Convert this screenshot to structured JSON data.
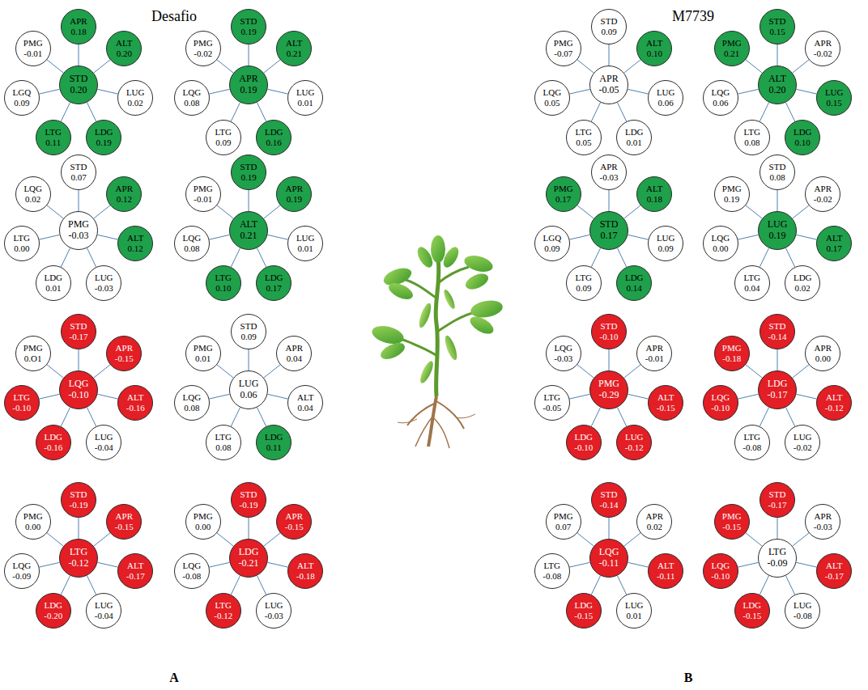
{
  "diagram": {
    "nodes": [
      {
        "text": [
          "STD",
          "0.20"
        ]
      },
      {
        "text": [
          "APR",
          "0.18"
        ]
      },
      {
        "text": [
          "ALT",
          "0.20"
        ]
      },
      {
        "text": [
          "LUG",
          "0.02"
        ]
      },
      {
        "text": [
          "LDG",
          "0.19"
        ]
      },
      {
        "text": [
          "LTG",
          "0.11"
        ]
      },
      {
        "text": [
          "LGQ",
          "0.09"
        ]
      },
      {
        "text": [
          "PMG",
          "-0.01"
        ]
      },
      {
        "text": [
          "APR",
          "0.19"
        ]
      },
      {
        "text": [
          "STD",
          "0.19"
        ]
      },
      {
        "text": [
          "ALT",
          "0.21"
        ]
      },
      {
        "text": [
          "LUG",
          "0.01"
        ]
      },
      {
        "text": [
          "LDG",
          "0.16"
        ]
      },
      {
        "text": [
          "LTG",
          "0.09"
        ]
      },
      {
        "text": [
          "LQG",
          "0.08"
        ]
      },
      {
        "text": [
          "PMG",
          "-0.02"
        ]
      },
      {
        "text": [
          "PMG",
          "-0.03"
        ]
      },
      {
        "text": [
          "STD",
          "0.07"
        ]
      },
      {
        "text": [
          "APR",
          "0.12"
        ]
      },
      {
        "text": [
          "ALT",
          "0.12"
        ]
      },
      {
        "text": [
          "LUG",
          "-0.03"
        ]
      },
      {
        "text": [
          "LDG",
          "0.01"
        ]
      },
      {
        "text": [
          "LTG",
          "0.00"
        ]
      },
      {
        "text": [
          "LQG",
          "0.02"
        ]
      },
      {
        "text": [
          "ALT",
          "0.21"
        ]
      },
      {
        "text": [
          "STD",
          "0.19"
        ]
      },
      {
        "text": [
          "APR",
          "0.19"
        ]
      },
      {
        "text": [
          "LUG",
          "0.01"
        ]
      },
      {
        "text": [
          "LDG",
          "0.17"
        ]
      },
      {
        "text": [
          "LTG",
          "0.10"
        ]
      },
      {
        "text": [
          "LQG",
          "0.08"
        ]
      },
      {
        "text": [
          "PMG",
          "-0.01"
        ]
      },
      {
        "text": [
          "LQG",
          "-0.10"
        ]
      },
      {
        "text": [
          "STD",
          "-0.17"
        ]
      },
      {
        "text": [
          "APR",
          "-0.15"
        ]
      },
      {
        "text": [
          "ALT",
          "-0.16"
        ]
      },
      {
        "text": [
          "LUG",
          "-0.04"
        ]
      },
      {
        "text": [
          "LDG",
          "-0.16"
        ]
      },
      {
        "text": [
          "LTG",
          "-0.10"
        ]
      },
      {
        "text": [
          "PMG",
          "0.O1"
        ]
      },
      {
        "text": [
          "LUG",
          "0.06"
        ]
      },
      {
        "text": [
          "STD",
          "0.09"
        ]
      },
      {
        "text": [
          "APR",
          "0.04"
        ]
      },
      {
        "text": [
          "ALT",
          "0.04"
        ]
      },
      {
        "text": [
          "LDG",
          "0.11"
        ]
      },
      {
        "text": [
          "LTG",
          "0.08"
        ]
      },
      {
        "text": [
          "LQG",
          "0.08"
        ]
      },
      {
        "text": [
          "PMG",
          "0.01"
        ]
      },
      {
        "text": [
          "LTG",
          "-0.12"
        ]
      },
      {
        "text": [
          "STD",
          "-0.19"
        ]
      },
      {
        "text": [
          "APR",
          "-0.15"
        ]
      },
      {
        "text": [
          "ALT",
          "-0.17"
        ]
      },
      {
        "text": [
          "LUG",
          "-0.04"
        ]
      },
      {
        "text": [
          "LDG",
          "-0.20"
        ]
      },
      {
        "text": [
          "LQG",
          "-0.09"
        ]
      },
      {
        "text": [
          "PMG",
          "0.00"
        ]
      },
      {
        "text": [
          "LDG",
          "-0.21"
        ]
      },
      {
        "text": [
          "STD",
          "-0.19"
        ]
      },
      {
        "text": [
          "APR",
          "-0.15"
        ]
      },
      {
        "text": [
          "ALT",
          "-0.18"
        ]
      },
      {
        "text": [
          "LUG",
          "-0.03"
        ]
      },
      {
        "text": [
          "LTG",
          "-0.12"
        ]
      },
      {
        "text": [
          "LQG",
          "-0.08"
        ]
      },
      {
        "text": [
          "PMG",
          "0.00"
        ]
      },
      {
        "text": [
          "APR",
          "-0.05"
        ]
      },
      {
        "text": [
          "STD",
          "0.09"
        ]
      },
      {
        "text": [
          "ALT",
          "0.10"
        ]
      },
      {
        "text": [
          "LUG",
          "0.06"
        ]
      },
      {
        "text": [
          "LDG",
          "0.01"
        ]
      },
      {
        "text": [
          "LTG",
          "0.05"
        ]
      },
      {
        "text": [
          "LQG",
          "0.05"
        ]
      },
      {
        "text": [
          "PMG",
          "-0.07"
        ]
      },
      {
        "text": [
          "ALT",
          "0.20"
        ]
      },
      {
        "text": [
          "STD",
          "0.15"
        ]
      },
      {
        "text": [
          "APR",
          "-0.02"
        ]
      },
      {
        "text": [
          "LUG",
          "0.15"
        ]
      },
      {
        "text": [
          "LDG",
          "0.10"
        ]
      },
      {
        "text": [
          "LTG",
          "0.08"
        ]
      },
      {
        "text": [
          "LQG",
          "0.06"
        ]
      },
      {
        "text": [
          "PMG",
          "0.21"
        ]
      },
      {
        "text": [
          "STD",
          "0.17"
        ]
      },
      {
        "text": [
          "APR",
          "-0.03"
        ]
      },
      {
        "text": [
          "ALT",
          "0.18"
        ]
      },
      {
        "text": [
          "LUG",
          "0.09"
        ]
      },
      {
        "text": [
          "LDG",
          "0.14"
        ]
      },
      {
        "text": [
          "LTG",
          "0.09"
        ]
      },
      {
        "text": [
          "LGQ",
          "0.09"
        ]
      },
      {
        "text": [
          "PMG",
          "0.17"
        ]
      },
      {
        "text": [
          "LUG",
          "0.19"
        ]
      },
      {
        "text": [
          "STD",
          "0.08"
        ]
      },
      {
        "text": [
          "APR",
          "-0.02"
        ]
      },
      {
        "text": [
          "ALT",
          "0.17"
        ]
      },
      {
        "text": [
          "LDG",
          "0.02"
        ]
      },
      {
        "text": [
          "LTG",
          "0.04"
        ]
      },
      {
        "text": [
          "LQG",
          "0.00"
        ]
      },
      {
        "text": [
          "PMG",
          "0.19"
        ]
      },
      {
        "text": [
          "PMG",
          "-0.29"
        ]
      },
      {
        "text": [
          "STD",
          "-0.10"
        ]
      },
      {
        "text": [
          "APR",
          "-0.01"
        ]
      },
      {
        "text": [
          "ALT",
          "-0.15"
        ]
      },
      {
        "text": [
          "LUG",
          "-0.12"
        ]
      },
      {
        "text": [
          "LDG",
          "-0.10"
        ]
      },
      {
        "text": [
          "LTG",
          "-0.05"
        ]
      },
      {
        "text": [
          "LQG",
          "-0.03"
        ]
      },
      {
        "text": [
          "LDG",
          "-0.17"
        ]
      },
      {
        "text": [
          "STD",
          "-0.14"
        ]
      },
      {
        "text": [
          "APR",
          "0.00"
        ]
      },
      {
        "text": [
          "ALT",
          "-0.12"
        ]
      },
      {
        "text": [
          "LUG",
          "-0.02"
        ]
      },
      {
        "text": [
          "LTG",
          "-0.08"
        ]
      },
      {
        "text": [
          "LQG",
          "-0.10"
        ]
      },
      {
        "text": [
          "PMG",
          "-0.18"
        ]
      },
      {
        "text": [
          "LQG",
          "-0.11"
        ]
      },
      {
        "text": [
          "STD",
          "-0.14"
        ]
      },
      {
        "text": [
          "APR",
          "0.02"
        ]
      },
      {
        "text": [
          "ALT",
          "-0.11"
        ]
      },
      {
        "text": [
          "LUG",
          "0.01"
        ]
      },
      {
        "text": [
          "LDG",
          "-0.15"
        ]
      },
      {
        "text": [
          "LTG",
          "-0.08"
        ]
      },
      {
        "text": [
          "PMG",
          "0.07"
        ]
      },
      {
        "text": [
          "LTG",
          "-0.09"
        ]
      },
      {
        "text": [
          "STD",
          "-0.17"
        ]
      },
      {
        "text": [
          "APR",
          "-0.03"
        ]
      },
      {
        "text": [
          "ALT",
          "-0.17"
        ]
      },
      {
        "text": [
          "LUG",
          "-0.08"
        ]
      },
      {
        "text": [
          "LDG",
          "-0.15"
        ]
      },
      {
        "text": [
          "LQG",
          "-0.10"
        ]
      },
      {
        "text": [
          "PMG",
          "-0.15"
        ]
      }
    ],
    "edges": [
      {
        "from": 0,
        "to": 1,
        "arrow": "none"
      },
      {
        "from": 0,
        "to": 2,
        "arrow": "none"
      },
      {
        "from": 0,
        "to": 3,
        "arrow": "none"
      },
      {
        "from": 0,
        "to": 4,
        "arrow": "none"
      },
      {
        "from": 0,
        "to": 5,
        "arrow": "none"
      },
      {
        "from": 0,
        "to": 6,
        "arrow": "none"
      },
      {
        "from": 0,
        "to": 7,
        "arrow": "none"
      },
      {
        "from": 8,
        "to": 9,
        "arrow": "none"
      },
      {
        "from": 8,
        "to": 10,
        "arrow": "none"
      },
      {
        "from": 8,
        "to": 11,
        "arrow": "none"
      },
      {
        "from": 8,
        "to": 12,
        "arrow": "none"
      },
      {
        "from": 8,
        "to": 13,
        "arrow": "none"
      },
      {
        "from": 8,
        "to": 14,
        "arrow": "none"
      },
      {
        "from": 8,
        "to": 15,
        "arrow": "none"
      },
      {
        "from": 16,
        "to": 17,
        "arrow": "none"
      },
      {
        "from": 16,
        "to": 18,
        "arrow": "none"
      },
      {
        "from": 16,
        "to": 19,
        "arrow": "none"
      },
      {
        "from": 16,
        "to": 20,
        "arrow": "none"
      },
      {
        "from": 16,
        "to": 21,
        "arrow": "none"
      },
      {
        "from": 16,
        "to": 22,
        "arrow": "none"
      },
      {
        "from": 16,
        "to": 23,
        "arrow": "none"
      },
      {
        "from": 24,
        "to": 25,
        "arrow": "none"
      },
      {
        "from": 24,
        "to": 26,
        "arrow": "none"
      },
      {
        "from": 24,
        "to": 27,
        "arrow": "none"
      },
      {
        "from": 24,
        "to": 28,
        "arrow": "none"
      },
      {
        "from": 24,
        "to": 29,
        "arrow": "none"
      },
      {
        "from": 24,
        "to": 30,
        "arrow": "none"
      },
      {
        "from": 24,
        "to": 31,
        "arrow": "none"
      },
      {
        "from": 32,
        "to": 33,
        "arrow": "none"
      },
      {
        "from": 32,
        "to": 34,
        "arrow": "none"
      },
      {
        "from": 32,
        "to": 35,
        "arrow": "none"
      },
      {
        "from": 32,
        "to": 36,
        "arrow": "none"
      },
      {
        "from": 32,
        "to": 37,
        "arrow": "none"
      },
      {
        "from": 32,
        "to": 38,
        "arrow": "none"
      },
      {
        "from": 32,
        "to": 39,
        "arrow": "none"
      },
      {
        "from": 40,
        "to": 41,
        "arrow": "none"
      },
      {
        "from": 40,
        "to": 42,
        "arrow": "none"
      },
      {
        "from": 40,
        "to": 43,
        "arrow": "none"
      },
      {
        "from": 40,
        "to": 44,
        "arrow": "none"
      },
      {
        "from": 40,
        "to": 45,
        "arrow": "none"
      },
      {
        "from": 40,
        "to": 46,
        "arrow": "none"
      },
      {
        "from": 40,
        "to": 47,
        "arrow": "none"
      },
      {
        "from": 48,
        "to": 49,
        "arrow": "none"
      },
      {
        "from": 48,
        "to": 50,
        "arrow": "none"
      },
      {
        "from": 48,
        "to": 51,
        "arrow": "none"
      },
      {
        "from": 48,
        "to": 52,
        "arrow": "none"
      },
      {
        "from": 48,
        "to": 53,
        "arrow": "none"
      },
      {
        "from": 48,
        "to": 54,
        "arrow": "none"
      },
      {
        "from": 48,
        "to": 55,
        "arrow": "none"
      },
      {
        "from": 56,
        "to": 57,
        "arrow": "none"
      },
      {
        "from": 56,
        "to": 58,
        "arrow": "none"
      },
      {
        "from": 56,
        "to": 59,
        "arrow": "none"
      },
      {
        "from": 56,
        "to": 60,
        "arrow": "none"
      },
      {
        "from": 56,
        "to": 61,
        "arrow": "none"
      },
      {
        "from": 56,
        "to": 62,
        "arrow": "none"
      },
      {
        "from": 56,
        "to": 63,
        "arrow": "none"
      },
      {
        "from": 64,
        "to": 65,
        "arrow": "none"
      },
      {
        "from": 64,
        "to": 66,
        "arrow": "none"
      },
      {
        "from": 64,
        "to": 67,
        "arrow": "none"
      },
      {
        "from": 64,
        "to": 68,
        "arrow": "none"
      },
      {
        "from": 64,
        "to": 69,
        "arrow": "none"
      },
      {
        "from": 64,
        "to": 70,
        "arrow": "none"
      },
      {
        "from": 64,
        "to": 71,
        "arrow": "none"
      },
      {
        "from": 72,
        "to": 73,
        "arrow": "none"
      },
      {
        "from": 72,
        "to": 74,
        "arrow": "none"
      },
      {
        "from": 72,
        "to": 75,
        "arrow": "none"
      },
      {
        "from": 72,
        "to": 76,
        "arrow": "none"
      },
      {
        "from": 72,
        "to": 77,
        "arrow": "none"
      },
      {
        "from": 72,
        "to": 78,
        "arrow": "none"
      },
      {
        "from": 72,
        "to": 79,
        "arrow": "none"
      },
      {
        "from": 80,
        "to": 81,
        "arrow": "none"
      },
      {
        "from": 80,
        "to": 82,
        "arrow": "none"
      },
      {
        "from": 80,
        "to": 83,
        "arrow": "none"
      },
      {
        "from": 80,
        "to": 84,
        "arrow": "none"
      },
      {
        "from": 80,
        "to": 85,
        "arrow": "none"
      },
      {
        "from": 80,
        "to": 86,
        "arrow": "none"
      },
      {
        "from": 80,
        "to": 87,
        "arrow": "none"
      },
      {
        "from": 88,
        "to": 89,
        "arrow": "none"
      },
      {
        "from": 88,
        "to": 90,
        "arrow": "none"
      },
      {
        "from": 88,
        "to": 91,
        "arrow": "none"
      },
      {
        "from": 88,
        "to": 92,
        "arrow": "none"
      },
      {
        "from": 88,
        "to": 93,
        "arrow": "none"
      },
      {
        "from": 88,
        "to": 94,
        "arrow": "none"
      },
      {
        "from": 88,
        "to": 95,
        "arrow": "none"
      },
      {
        "from": 96,
        "to": 97,
        "arrow": "none"
      },
      {
        "from": 96,
        "to": 98,
        "arrow": "none"
      },
      {
        "from": 96,
        "to": 99,
        "arrow": "none"
      },
      {
        "from": 96,
        "to": 100,
        "arrow": "none"
      },
      {
        "from": 96,
        "to": 101,
        "arrow": "none"
      },
      {
        "from": 96,
        "to": 102,
        "arrow": "none"
      },
      {
        "from": 96,
        "to": 103,
        "arrow": "none"
      },
      {
        "from": 104,
        "to": 105,
        "arrow": "none"
      },
      {
        "from": 104,
        "to": 106,
        "arrow": "none"
      },
      {
        "from": 104,
        "to": 107,
        "arrow": "none"
      },
      {
        "from": 104,
        "to": 108,
        "arrow": "none"
      },
      {
        "from": 104,
        "to": 109,
        "arrow": "none"
      },
      {
        "from": 104,
        "to": 110,
        "arrow": "none"
      },
      {
        "from": 104,
        "to": 111,
        "arrow": "none"
      },
      {
        "from": 112,
        "to": 113,
        "arrow": "none"
      },
      {
        "from": 112,
        "to": 114,
        "arrow": "none"
      },
      {
        "from": 112,
        "to": 115,
        "arrow": "none"
      },
      {
        "from": 112,
        "to": 116,
        "arrow": "none"
      },
      {
        "from": 112,
        "to": 117,
        "arrow": "none"
      },
      {
        "from": 112,
        "to": 118,
        "arrow": "none"
      },
      {
        "from": 112,
        "to": 119,
        "arrow": "none"
      },
      {
        "from": 120,
        "to": 121,
        "arrow": "none"
      },
      {
        "from": 120,
        "to": 122,
        "arrow": "none"
      },
      {
        "from": 120,
        "to": 123,
        "arrow": "none"
      },
      {
        "from": 120,
        "to": 124,
        "arrow": "none"
      },
      {
        "from": 120,
        "to": 125,
        "arrow": "none"
      },
      {
        "from": 120,
        "to": 126,
        "arrow": "none"
      },
      {
        "from": 120,
        "to": 127,
        "arrow": "none"
      }
    ],
    "labels": [
      "Desafio",
      "M7739",
      "A",
      "B"
    ]
  }
}
